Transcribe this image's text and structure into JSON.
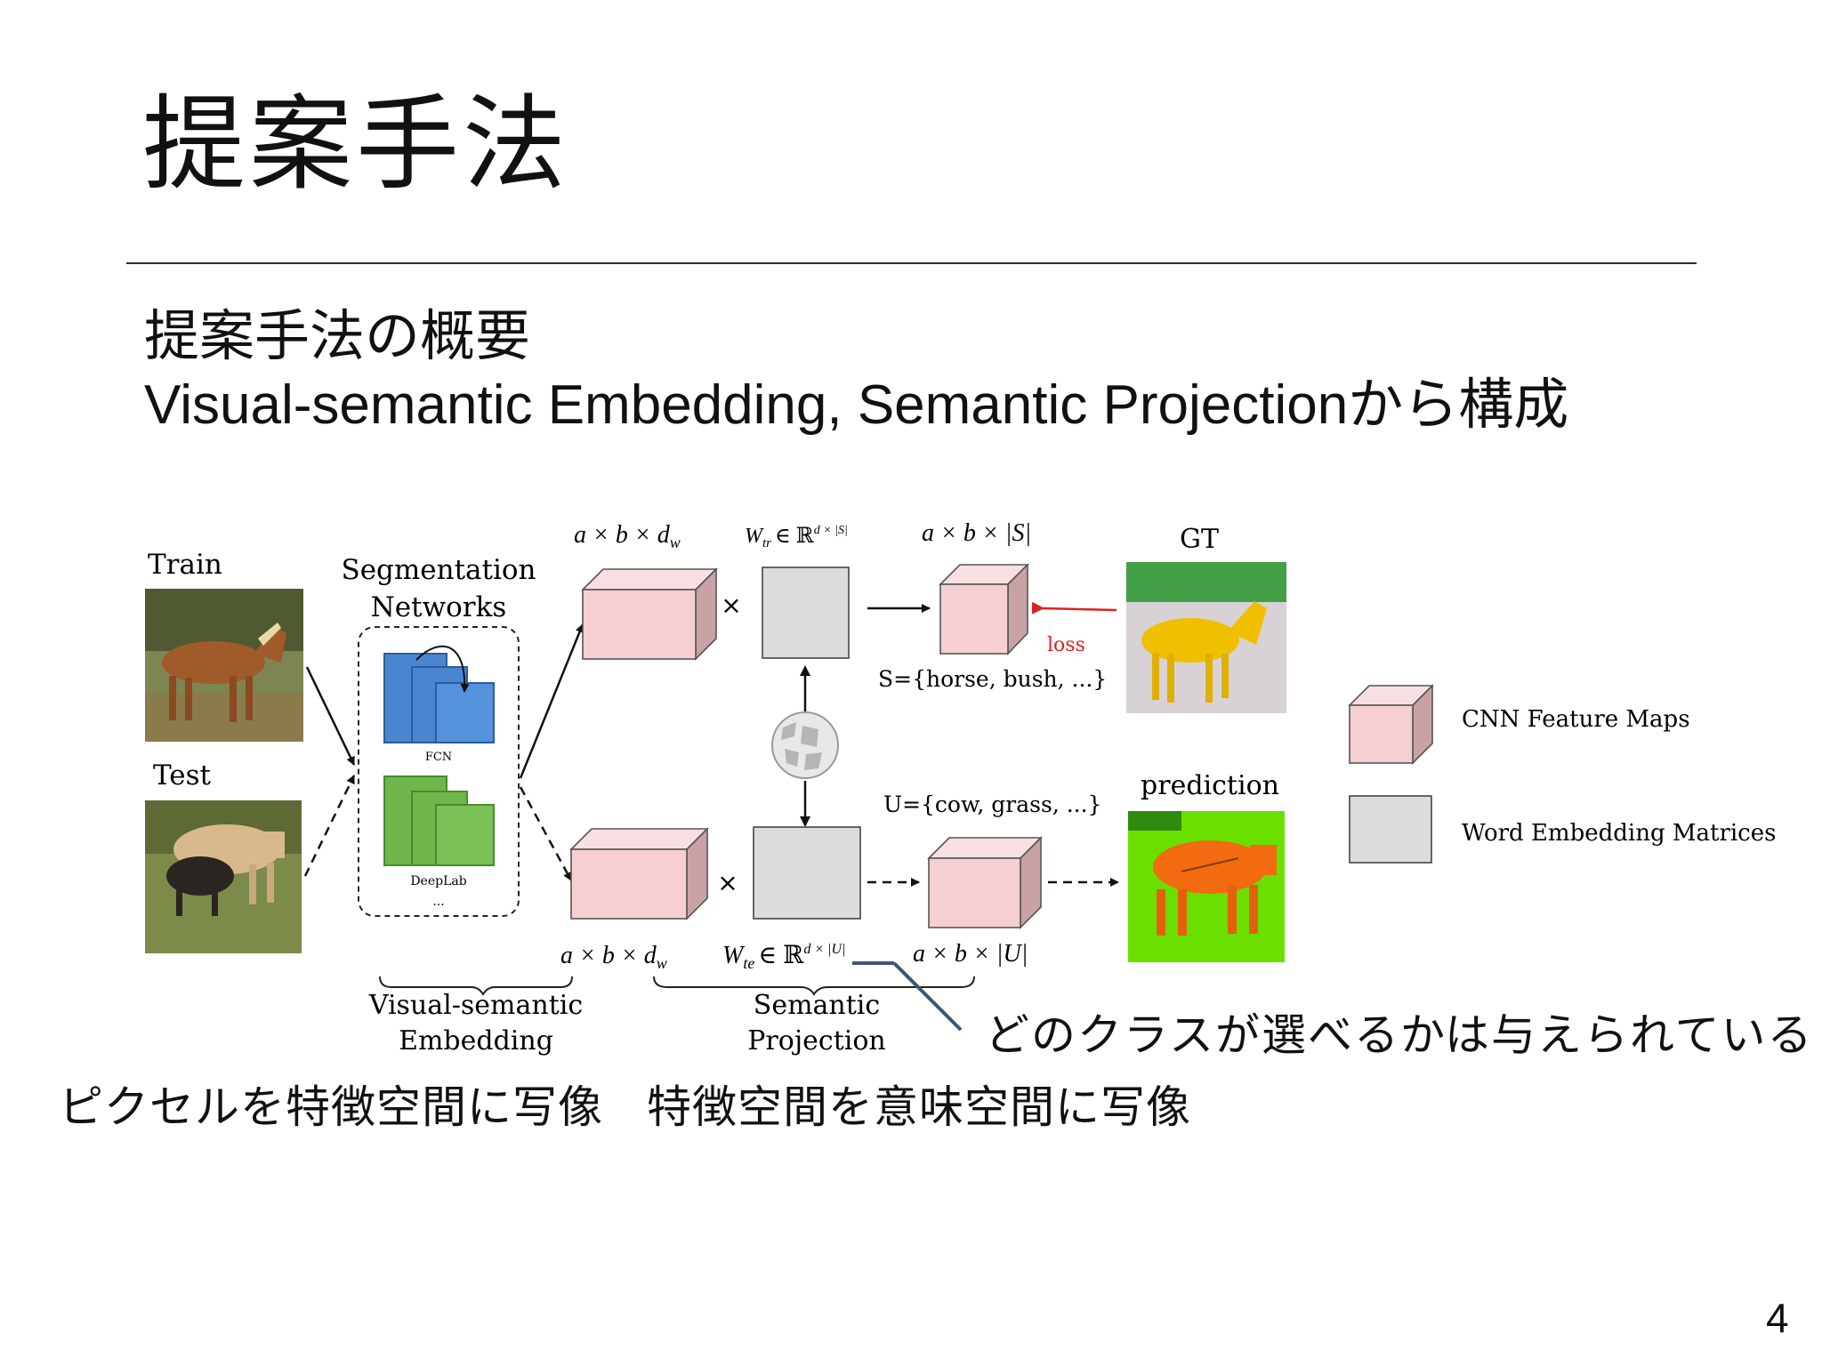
{
  "slide": {
    "title": "提案手法",
    "body_line_1": "提案手法の概要",
    "body_line_2": "Visual-semantic Embedding, Semantic Projectionから構成",
    "note": "どのクラスが選べるかは与えられている",
    "caption_left": "ピクセルを特徴空間に写像",
    "caption_right": "特徴空間を意味空間に写像",
    "page_number": "4"
  },
  "figure": {
    "train_label": "Train",
    "test_label": "Test",
    "seg_title_1": "Segmentation",
    "seg_title_2": "Networks",
    "fcn_label": "FCN",
    "deeplab_label": "DeepLab",
    "ellipsis": "...",
    "top_dim_features": "a × b × d",
    "top_dim_features_sub": "w",
    "top_weight": "W",
    "top_weight_sub": "tr",
    "top_weight_space": "∈ ℝ",
    "top_weight_sup": "d  × |S|",
    "top_dim_output": "a × b × |S|",
    "bottom_dim_features": "a × b × d",
    "bottom_dim_features_sub": "w",
    "bottom_weight": "W",
    "bottom_weight_sub": "te",
    "bottom_weight_space": "∈ ℝ",
    "bottom_weight_sup": "d  × |U|",
    "bottom_dim_output": "a × b × |U|",
    "times": "×",
    "seen_set": "S={horse, bush, ...}",
    "unseen_set": "U={cow, grass, ...}",
    "loss_label": "loss",
    "gt_label": "GT",
    "prediction_label": "prediction",
    "brace_vse_1": "Visual-semantic",
    "brace_vse_2": "Embedding",
    "brace_sp_1": "Semantic",
    "brace_sp_2": "Projection",
    "legend": {
      "feature_maps": "CNN Feature Maps",
      "embedding_matrices": "Word Embedding Matrices"
    },
    "colors": {
      "feature_cube": "#f5cfd2",
      "matrix": "#dcdcde",
      "fcn": "#4a86d0",
      "deeplab": "#6fb64b",
      "loss": "#e02020",
      "gt_bg": "#d8d2d6",
      "gt_horse": "#f0c000",
      "pred_bg": "#6ae000",
      "pred_cow": "#f26b10",
      "pointer": "#415573"
    }
  }
}
